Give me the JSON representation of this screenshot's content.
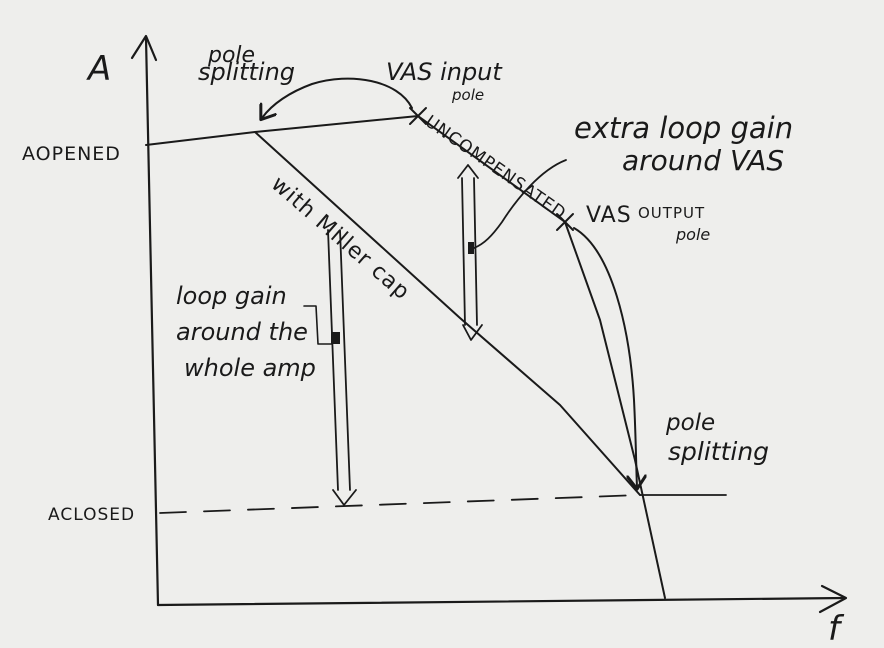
{
  "axes": {
    "y_label": "A",
    "x_label": "f"
  },
  "levels": {
    "a_opened": "AOPENED",
    "a_closed": "ACLOSED"
  },
  "labels": {
    "pole_splitting_top_1": "pole",
    "pole_splitting_top_2": "splitting",
    "vas_input_pole_1": "VAS input",
    "vas_input_pole_2": "pole",
    "uncompensated": "UNCOMPENSATED",
    "vas": "VAS",
    "output_pole_1": "OUTPUT",
    "output_pole_2": "pole",
    "extra_loop_gain_1": "extra loop gain",
    "extra_loop_gain_2": "around VAS",
    "with_miller_cap": "with Miller cap",
    "loop_gain_1": "loop gain",
    "loop_gain_2": "around the",
    "loop_gain_3": "whole amp",
    "pole_splitting_right_1": "pole",
    "pole_splitting_right_2": "splitting"
  },
  "colors": {
    "ink": "#1a1a1a",
    "paper": "#eeeeec"
  }
}
